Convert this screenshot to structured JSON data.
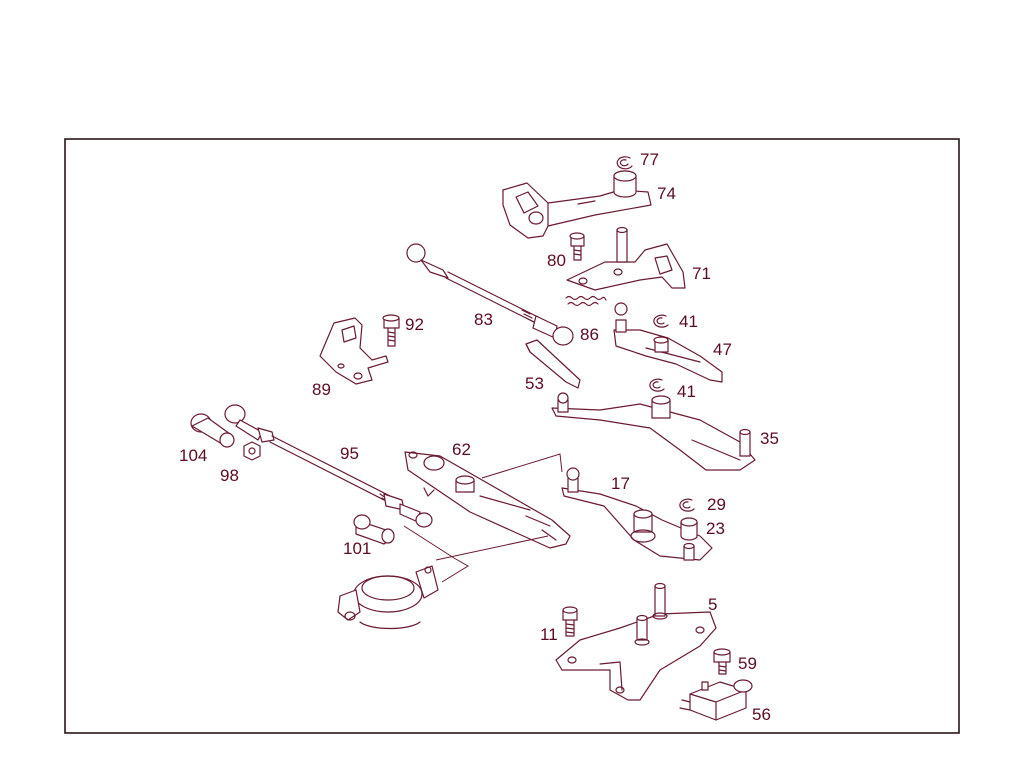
{
  "colors": {
    "ink": "#6a1a30",
    "label": "#5c0b23",
    "frame": "#2b1418",
    "background": "#ffffff"
  },
  "labels": {
    "p77": "77",
    "p74": "74",
    "p80": "80",
    "p71": "71",
    "p83": "83",
    "p86": "86",
    "p41a": "41",
    "p92": "92",
    "p47": "47",
    "p53": "53",
    "p89": "89",
    "p41b": "41",
    "p35": "35",
    "p62": "62",
    "p104": "104",
    "p95": "95",
    "p98": "98",
    "p17": "17",
    "p29": "29",
    "p23": "23",
    "p101": "101",
    "p5": "5",
    "p11": "11",
    "p59": "59",
    "p56": "56"
  }
}
